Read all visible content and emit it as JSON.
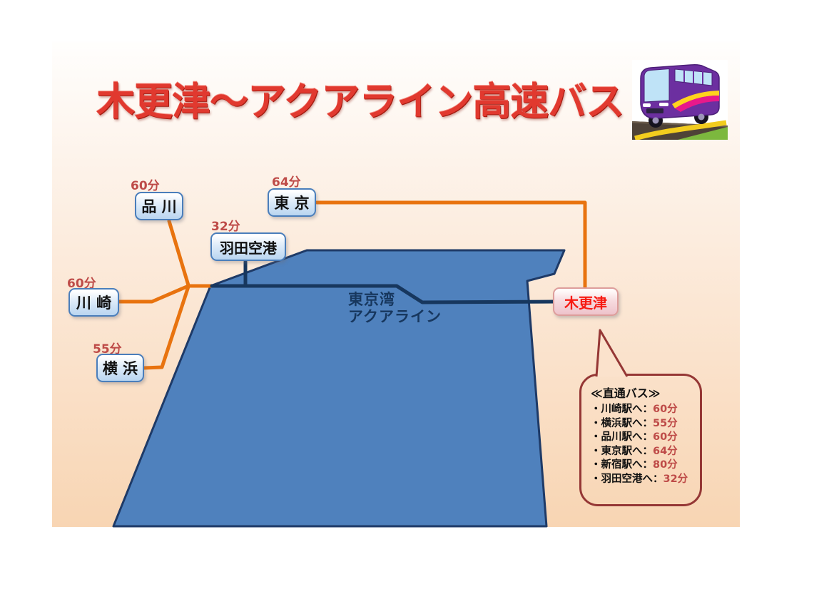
{
  "title": "木更津～アクアライン高速バス",
  "bus_icon": "highway-bus",
  "map": {
    "sea_label": {
      "line1": "東京湾",
      "line2": "アクアライン"
    },
    "stations": [
      {
        "name": "品 川",
        "time": "60分"
      },
      {
        "name": "東 京",
        "time": "64分"
      },
      {
        "name": "羽田空港",
        "time": "32分"
      },
      {
        "name": "川 崎",
        "time": "60分"
      },
      {
        "name": "横 浜",
        "time": "55分"
      },
      {
        "name": "木更津"
      }
    ]
  },
  "bubble": {
    "title": "≪直通バス≫",
    "items": [
      {
        "station": "・川崎駅へ：",
        "time": "60分"
      },
      {
        "station": "・横浜駅へ：",
        "time": "55分"
      },
      {
        "station": "・品川駅へ：",
        "time": "60分"
      },
      {
        "station": "・東京駅へ：",
        "time": "64分"
      },
      {
        "station": "・新宿駅へ：",
        "time": "80分"
      },
      {
        "station": "・羽田空港へ：",
        "time": "32分"
      }
    ]
  },
  "colors": {
    "route_orange": "#E8730F",
    "route_navy": "#17375E",
    "bay_fill": "#4F81BD",
    "bay_stroke": "#1E3A67",
    "minutes_red": "#BE4B48",
    "bubble_border": "#953735",
    "title_red": "#E1392F"
  }
}
